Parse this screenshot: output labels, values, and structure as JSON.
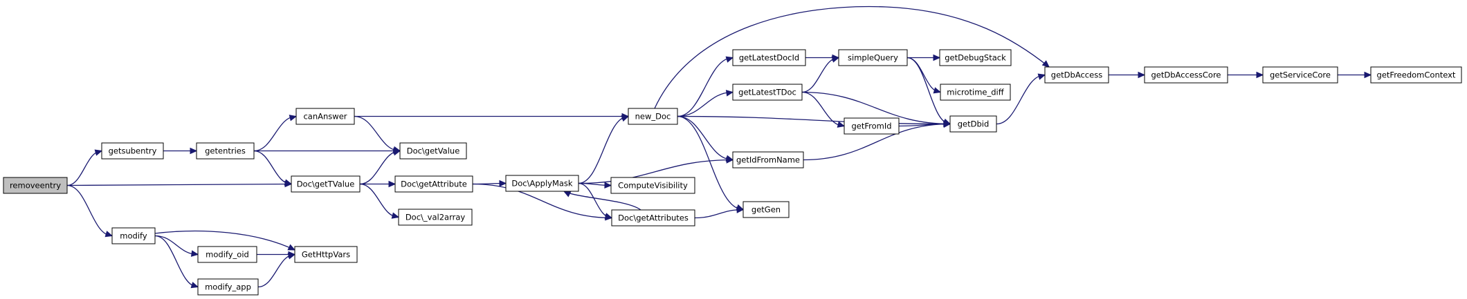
{
  "nodes": [
    {
      "id": "removeentry",
      "label": "removeentry",
      "root": true
    },
    {
      "id": "getsubentry",
      "label": "getsubentry"
    },
    {
      "id": "getentries",
      "label": "getentries"
    },
    {
      "id": "canAnswer",
      "label": "canAnswer"
    },
    {
      "id": "Doc_getValue",
      "label": "Doc\\getValue"
    },
    {
      "id": "Doc_getTValue",
      "label": "Doc\\getTValue"
    },
    {
      "id": "Doc_getAttribute",
      "label": "Doc\\getAttribute"
    },
    {
      "id": "Doc_val2array",
      "label": "Doc\\_val2array"
    },
    {
      "id": "modify",
      "label": "modify"
    },
    {
      "id": "modify_oid",
      "label": "modify_oid"
    },
    {
      "id": "modify_app",
      "label": "modify_app"
    },
    {
      "id": "GetHttpVars",
      "label": "GetHttpVars"
    },
    {
      "id": "Doc_ApplyMask",
      "label": "Doc\\ApplyMask"
    },
    {
      "id": "ComputeVisibility",
      "label": "ComputeVisibility"
    },
    {
      "id": "Doc_getAttributes",
      "label": "Doc\\getAttributes"
    },
    {
      "id": "new_Doc",
      "label": "new_Doc"
    },
    {
      "id": "getLatestDocId",
      "label": "getLatestDocId"
    },
    {
      "id": "getLatestTDoc",
      "label": "getLatestTDoc"
    },
    {
      "id": "getIdFromName",
      "label": "getIdFromName"
    },
    {
      "id": "getGen",
      "label": "getGen"
    },
    {
      "id": "simpleQuery",
      "label": "simpleQuery"
    },
    {
      "id": "getFromId",
      "label": "getFromId"
    },
    {
      "id": "getDebugStack",
      "label": "getDebugStack"
    },
    {
      "id": "microtime_diff",
      "label": "microtime_diff"
    },
    {
      "id": "getDbid",
      "label": "getDbid"
    },
    {
      "id": "getDbAccess",
      "label": "getDbAccess"
    },
    {
      "id": "getDbAccessCore",
      "label": "getDbAccessCore"
    },
    {
      "id": "getServiceCore",
      "label": "getServiceCore"
    },
    {
      "id": "getFreedomContext",
      "label": "getFreedomContext"
    }
  ],
  "edges": [
    [
      "removeentry",
      "getsubentry"
    ],
    [
      "removeentry",
      "Doc_getTValue"
    ],
    [
      "removeentry",
      "modify"
    ],
    [
      "getsubentry",
      "getentries"
    ],
    [
      "getentries",
      "canAnswer"
    ],
    [
      "getentries",
      "Doc_getValue"
    ],
    [
      "getentries",
      "Doc_getTValue"
    ],
    [
      "canAnswer",
      "Doc_getValue"
    ],
    [
      "canAnswer",
      "new_Doc"
    ],
    [
      "Doc_getTValue",
      "Doc_getValue"
    ],
    [
      "Doc_getTValue",
      "Doc_getAttribute"
    ],
    [
      "Doc_getTValue",
      "Doc_val2array"
    ],
    [
      "Doc_getAttribute",
      "Doc_ApplyMask"
    ],
    [
      "Doc_getAttribute",
      "Doc_getAttributes"
    ],
    [
      "modify",
      "GetHttpVars"
    ],
    [
      "modify",
      "modify_oid"
    ],
    [
      "modify",
      "modify_app"
    ],
    [
      "modify_oid",
      "GetHttpVars"
    ],
    [
      "modify_app",
      "GetHttpVars"
    ],
    [
      "Doc_ApplyMask",
      "new_Doc"
    ],
    [
      "Doc_ApplyMask",
      "getIdFromName"
    ],
    [
      "Doc_ApplyMask",
      "ComputeVisibility"
    ],
    [
      "Doc_ApplyMask",
      "Doc_getAttributes"
    ],
    [
      "Doc_getAttributes",
      "Doc_ApplyMask"
    ],
    [
      "Doc_getAttributes",
      "getGen"
    ],
    [
      "new_Doc",
      "getDbAccess"
    ],
    [
      "new_Doc",
      "getLatestDocId"
    ],
    [
      "new_Doc",
      "getLatestTDoc"
    ],
    [
      "new_Doc",
      "getDbid"
    ],
    [
      "new_Doc",
      "getIdFromName"
    ],
    [
      "new_Doc",
      "getGen"
    ],
    [
      "getLatestDocId",
      "simpleQuery"
    ],
    [
      "getLatestTDoc",
      "simpleQuery"
    ],
    [
      "getLatestTDoc",
      "getFromId"
    ],
    [
      "getLatestTDoc",
      "getDbid"
    ],
    [
      "simpleQuery",
      "getDebugStack"
    ],
    [
      "simpleQuery",
      "microtime_diff"
    ],
    [
      "simpleQuery",
      "getDbid"
    ],
    [
      "getFromId",
      "getDbid"
    ],
    [
      "getIdFromName",
      "getDbid"
    ],
    [
      "getDbid",
      "getDbAccess"
    ],
    [
      "getDbAccess",
      "getDbAccessCore"
    ],
    [
      "getDbAccessCore",
      "getServiceCore"
    ],
    [
      "getServiceCore",
      "getFreedomContext"
    ]
  ]
}
